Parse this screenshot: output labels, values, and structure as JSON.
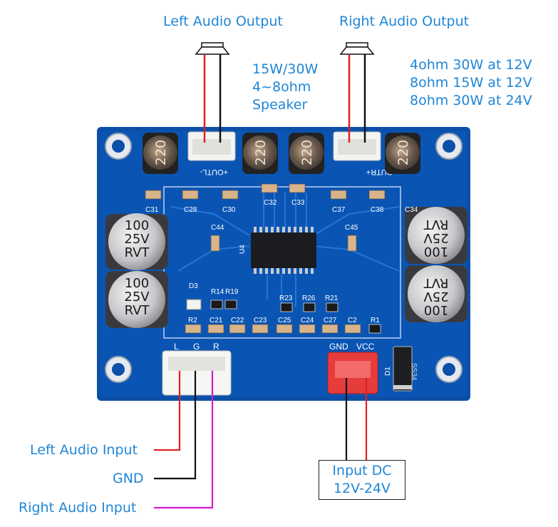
{
  "labels": {
    "left_output": "Left Audio Output",
    "right_output": "Right Audio Output",
    "speaker_spec": [
      "15W/30W",
      "4~8ohm",
      "Speaker"
    ],
    "power_spec": [
      "4ohm 30W at 12V",
      "8ohm 15W at 12V",
      "8ohm 30W at 24V"
    ],
    "left_input": "Left Audio Input",
    "gnd": "GND",
    "right_input": "Right Audio Input",
    "input_dc": [
      "Input DC",
      "12V-24V"
    ]
  },
  "silkscreen": {
    "outl": "+OUTL-",
    "outr": "-OUTR+",
    "chip": "U4",
    "gnd": "GND",
    "vcc": "VCC",
    "diode": "D1",
    "diode_part": "SS34",
    "input_pins": [
      "L",
      "G",
      "R"
    ],
    "d3": "D3",
    "parts": [
      "C31",
      "C28",
      "C30",
      "C32",
      "C33",
      "C37",
      "C38",
      "C34",
      "C44",
      "C45",
      "R14",
      "R19",
      "R23",
      "R26",
      "R21",
      "R2",
      "C21",
      "C22",
      "C23",
      "C25",
      "C24",
      "C27",
      "C2",
      "R1"
    ]
  },
  "capacitors": {
    "smd_value": "220",
    "tht_lines": [
      "100",
      "25V",
      "RVT"
    ]
  },
  "colors": {
    "label_blue": "#1f86d6",
    "pcb": "#0c4fa8",
    "wire_red": "#e02020",
    "wire_black": "#111111",
    "wire_magenta": "#d21ad2",
    "connector_red": "#e63c3c"
  }
}
